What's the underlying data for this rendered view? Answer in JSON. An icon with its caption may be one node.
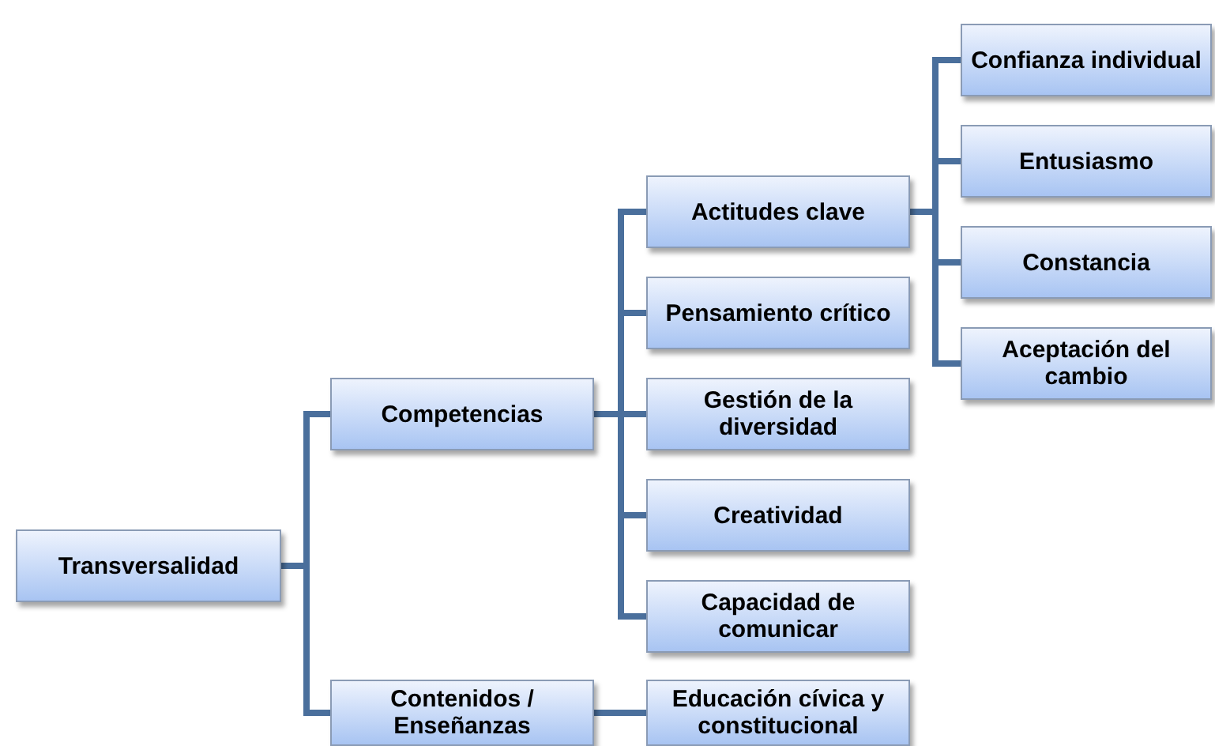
{
  "diagram": {
    "nodes": [
      {
        "text": [
          "Transversalidad"
        ]
      },
      {
        "text": [
          "Competencias"
        ]
      },
      {
        "text": [
          "Contenidos / Enseñanzas"
        ]
      },
      {
        "text": [
          "Actitudes clave"
        ]
      },
      {
        "text": [
          "Pensamiento crítico"
        ]
      },
      {
        "text": [
          "Gestión de la diversidad"
        ]
      },
      {
        "text": [
          "Creatividad"
        ]
      },
      {
        "text": [
          "Capacidad de comunicar"
        ]
      },
      {
        "text": [
          "Educación cívica y constitucional"
        ]
      },
      {
        "text": [
          "Confianza individual"
        ]
      },
      {
        "text": [
          "Entusiasmo"
        ]
      },
      {
        "text": [
          "Constancia"
        ]
      },
      {
        "text": [
          "Aceptación del cambio"
        ]
      }
    ],
    "edges": [
      {
        "from": 0,
        "to": 1,
        "arrow": "none"
      },
      {
        "from": 0,
        "to": 2,
        "arrow": "none"
      },
      {
        "from": 1,
        "to": 3,
        "arrow": "none"
      },
      {
        "from": 1,
        "to": 4,
        "arrow": "none"
      },
      {
        "from": 1,
        "to": 5,
        "arrow": "none"
      },
      {
        "from": 1,
        "to": 6,
        "arrow": "none"
      },
      {
        "from": 1,
        "to": 7,
        "arrow": "none"
      },
      {
        "from": 2,
        "to": 8,
        "arrow": "none"
      },
      {
        "from": 3,
        "to": 9,
        "arrow": "none"
      },
      {
        "from": 3,
        "to": 10,
        "arrow": "none"
      },
      {
        "from": 3,
        "to": 11,
        "arrow": "none"
      },
      {
        "from": 3,
        "to": 12,
        "arrow": "none"
      }
    ]
  }
}
